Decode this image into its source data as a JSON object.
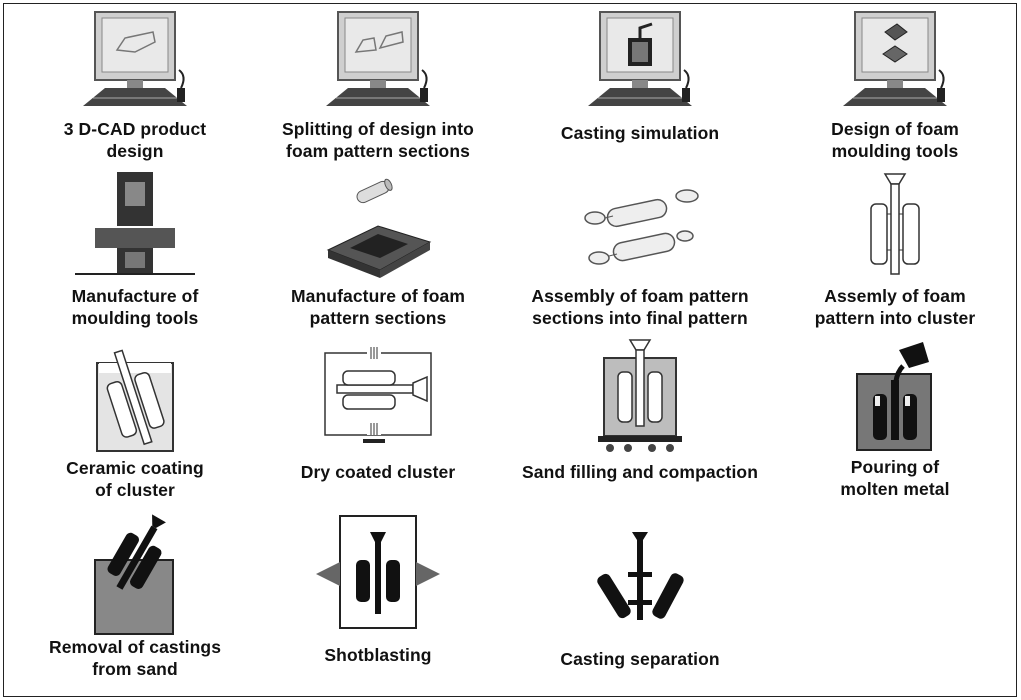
{
  "steps": [
    {
      "id": "cad",
      "lines": [
        "3 D-CAD product",
        "design"
      ]
    },
    {
      "id": "split",
      "lines": [
        "Splitting of design into",
        "foam pattern sections"
      ]
    },
    {
      "id": "sim",
      "lines": [
        "Casting simulation"
      ]
    },
    {
      "id": "tooldesign",
      "lines": [
        "Design of foam",
        "moulding tools"
      ]
    },
    {
      "id": "toolmfg",
      "lines": [
        "Manufacture of",
        "moulding tools"
      ]
    },
    {
      "id": "patternmfg",
      "lines": [
        "Manufacture of foam",
        "pattern sections"
      ]
    },
    {
      "id": "assembly",
      "lines": [
        "Assembly of foam pattern",
        "sections into final pattern"
      ]
    },
    {
      "id": "cluster",
      "lines": [
        "Assemly of foam",
        "pattern into cluster"
      ]
    },
    {
      "id": "coating",
      "lines": [
        "Ceramic coating",
        "of cluster"
      ]
    },
    {
      "id": "dry",
      "lines": [
        "Dry coated cluster"
      ]
    },
    {
      "id": "sand",
      "lines": [
        "Sand filling and compaction"
      ]
    },
    {
      "id": "pour",
      "lines": [
        "Pouring of",
        "molten metal"
      ]
    },
    {
      "id": "removal",
      "lines": [
        "Removal of castings",
        "from sand"
      ]
    },
    {
      "id": "shot",
      "lines": [
        "Shotblasting"
      ]
    },
    {
      "id": "separation",
      "lines": [
        "Casting separation"
      ]
    }
  ]
}
